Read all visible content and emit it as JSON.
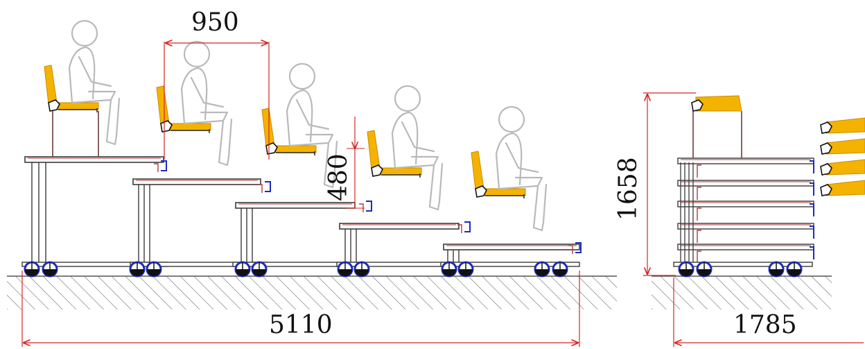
{
  "dimensions": {
    "row_spacing": "950",
    "step_height": "480",
    "extended_length": "5110",
    "height": "1658",
    "retracted_length": "1785"
  },
  "colors": {
    "seat": "#f5b301",
    "seat_edge": "#c98a00",
    "wheel": "#1f2db3",
    "dimension_line": "#d42424",
    "bracket": "#1c2ac2",
    "figure": "#b9b9b9",
    "platform": "#3a3a3a"
  },
  "tiers": 5
}
